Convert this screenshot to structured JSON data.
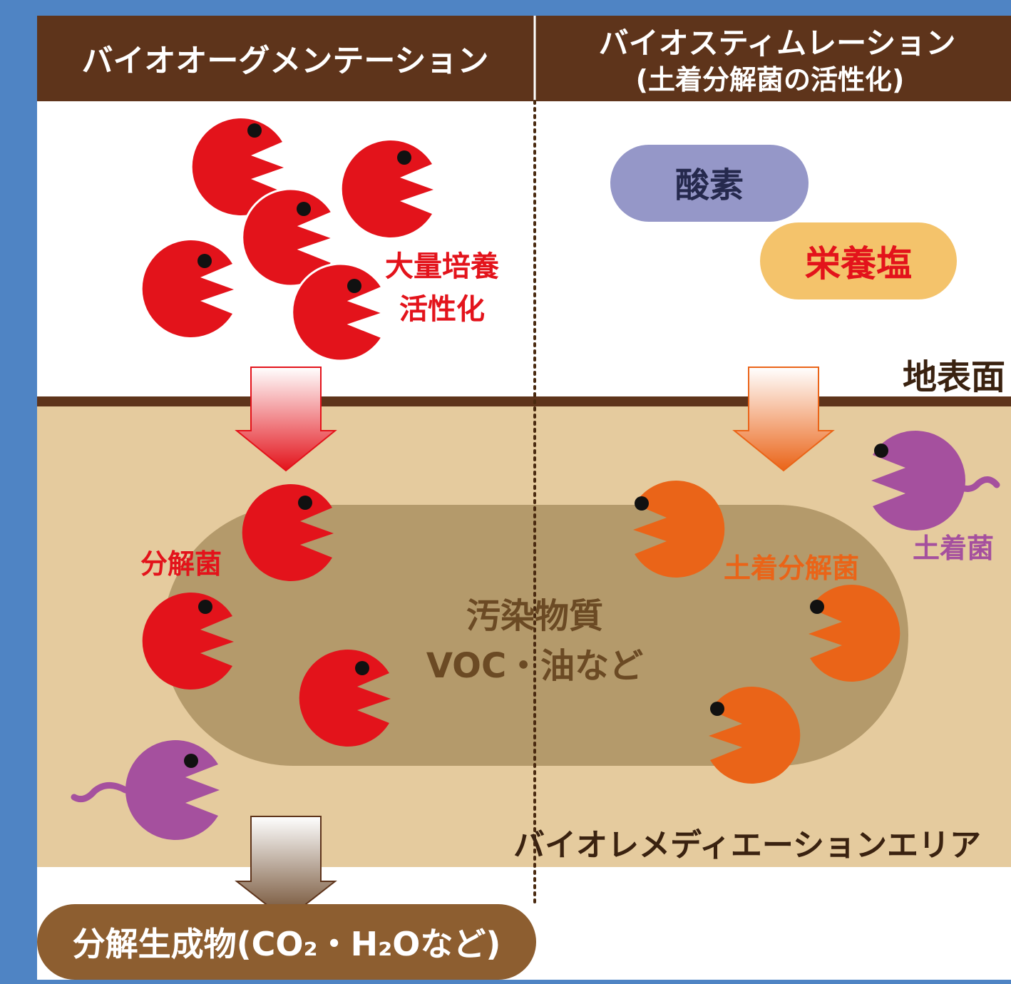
{
  "headers": {
    "left": "バイオオーグメンテーション",
    "right_line1": "バイオスティムレーション",
    "right_line2": "(土着分解菌の活性化)"
  },
  "labels": {
    "mass_culture_line1": "大量培養",
    "mass_culture_line2": "活性化",
    "oxygen": "酸素",
    "nutrients": "栄養塩",
    "ground_surface": "地表面",
    "degrading_bacteria": "分解菌",
    "indigenous_degrading_bacteria": "土着分解菌",
    "indigenous_bacteria": "土着菌",
    "pollutant_line1": "汚染物質",
    "pollutant_line2": "VOC・油など",
    "remediation_area": "バイオレメディエーションエリア",
    "product": "分解生成物(CO₂・H₂Oなど)"
  },
  "colors": {
    "background": "#4f84c4",
    "header": "#5e341b",
    "soil": "#e5cb9e",
    "pollutant_zone": "#b49a6b",
    "red_bacteria": "#e3131b",
    "orange_bacteria": "#ea6418",
    "purple_bacteria": "#a5509e",
    "oxygen_pill": "#9597c8",
    "nutrient_pill": "#f4c36b",
    "product_pill": "#8d5e30"
  }
}
